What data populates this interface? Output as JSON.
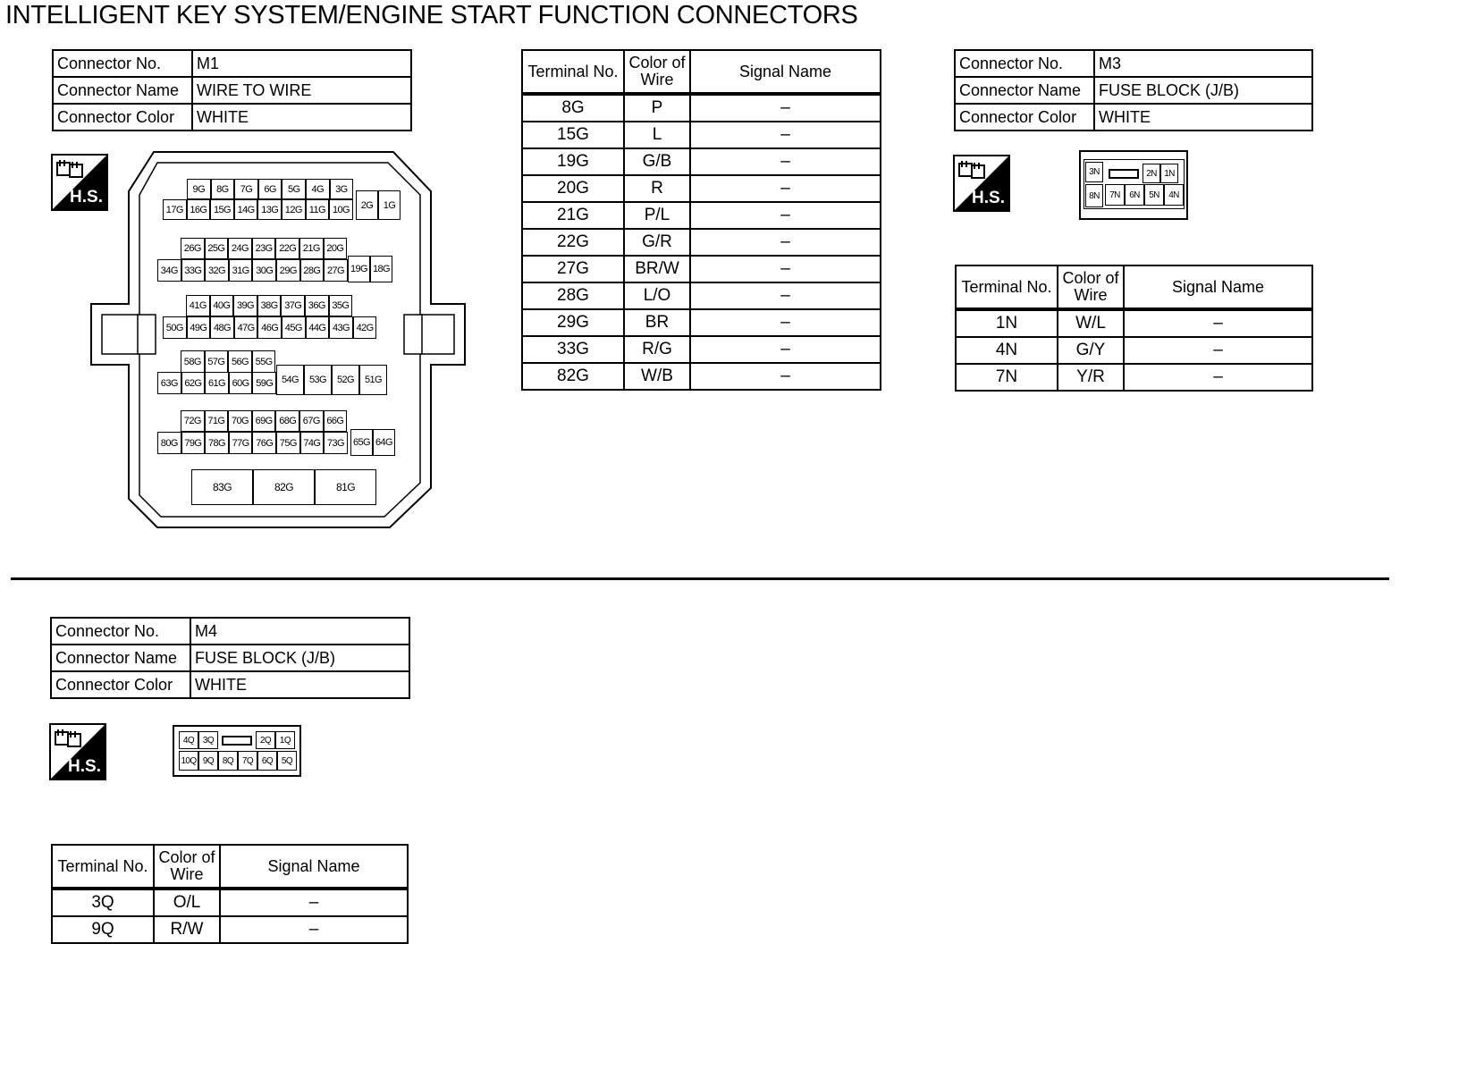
{
  "title": "INTELLIGENT KEY SYSTEM/ENGINE START FUNCTION CONNECTORS",
  "hs_label": "H.S.",
  "header_labels": {
    "connector_no": "Connector No.",
    "connector_name": "Connector Name",
    "connector_color": "Connector Color",
    "terminal_no": "Terminal No.",
    "color_of_wire_1": "Color of",
    "color_of_wire_2": "Wire",
    "signal_name": "Signal Name"
  },
  "m1": {
    "connector_no": "M1",
    "connector_name": "WIRE TO WIRE",
    "connector_color": "WHITE",
    "terminals": [
      {
        "no": "8G",
        "color": "P",
        "signal": "–"
      },
      {
        "no": "15G",
        "color": "L",
        "signal": "–"
      },
      {
        "no": "19G",
        "color": "G/B",
        "signal": "–"
      },
      {
        "no": "20G",
        "color": "R",
        "signal": "–"
      },
      {
        "no": "21G",
        "color": "P/L",
        "signal": "–"
      },
      {
        "no": "22G",
        "color": "G/R",
        "signal": "–"
      },
      {
        "no": "27G",
        "color": "BR/W",
        "signal": "–"
      },
      {
        "no": "28G",
        "color": "L/O",
        "signal": "–"
      },
      {
        "no": "29G",
        "color": "BR",
        "signal": "–"
      },
      {
        "no": "33G",
        "color": "R/G",
        "signal": "–"
      },
      {
        "no": "82G",
        "color": "W/B",
        "signal": "–"
      }
    ],
    "pins": {
      "r1_top": [
        "9G",
        "8G",
        "7G",
        "6G",
        "5G",
        "4G",
        "3G"
      ],
      "r1_bot": [
        "17G",
        "16G",
        "15G",
        "14G",
        "13G",
        "12G",
        "11G",
        "10G"
      ],
      "r1_tall": [
        "2G",
        "1G"
      ],
      "r2_top": [
        "26G",
        "25G",
        "24G",
        "23G",
        "22G",
        "21G",
        "20G"
      ],
      "r2_bot": [
        "34G",
        "33G",
        "32G",
        "31G",
        "30G",
        "29G",
        "28G",
        "27G"
      ],
      "r2_tall": [
        "19G",
        "18G"
      ],
      "r3_top": [
        "41G",
        "40G",
        "39G",
        "38G",
        "37G",
        "36G",
        "35G"
      ],
      "r3_bot": [
        "50G",
        "49G",
        "48G",
        "47G",
        "46G",
        "45G",
        "44G",
        "43G",
        "42G"
      ],
      "r4_top": [
        "58G",
        "57G",
        "56G",
        "55G"
      ],
      "r4_bot": [
        "63G",
        "62G",
        "61G",
        "60G",
        "59G"
      ],
      "r4_tall": [
        "54G",
        "53G",
        "52G",
        "51G"
      ],
      "r5_top": [
        "72G",
        "71G",
        "70G",
        "69G",
        "68G",
        "67G",
        "66G"
      ],
      "r5_bot": [
        "80G",
        "79G",
        "78G",
        "77G",
        "76G",
        "75G",
        "74G",
        "73G"
      ],
      "r5_tall": [
        "65G",
        "64G"
      ],
      "r6": [
        "83G",
        "82G",
        "81G"
      ]
    }
  },
  "m3": {
    "connector_no": "M3",
    "connector_name": "FUSE BLOCK (J/B)",
    "connector_color": "WHITE",
    "terminals": [
      {
        "no": "1N",
        "color": "W/L",
        "signal": "–"
      },
      {
        "no": "4N",
        "color": "G/Y",
        "signal": "–"
      },
      {
        "no": "7N",
        "color": "Y/R",
        "signal": "–"
      }
    ],
    "pins": {
      "top_left": "3N",
      "top_right": [
        "2N",
        "1N"
      ],
      "bot_left": "8N",
      "bot_right": [
        "7N",
        "6N",
        "5N",
        "4N"
      ]
    }
  },
  "m4": {
    "connector_no": "M4",
    "connector_name": "FUSE BLOCK (J/B)",
    "connector_color": "WHITE",
    "terminals": [
      {
        "no": "3Q",
        "color": "O/L",
        "signal": "–"
      },
      {
        "no": "9Q",
        "color": "R/W",
        "signal": "–"
      }
    ],
    "pins": {
      "top_left": [
        "4Q",
        "3Q"
      ],
      "top_right": [
        "2Q",
        "1Q"
      ],
      "bottom": [
        "10Q",
        "9Q",
        "8Q",
        "7Q",
        "6Q",
        "5Q"
      ]
    }
  }
}
